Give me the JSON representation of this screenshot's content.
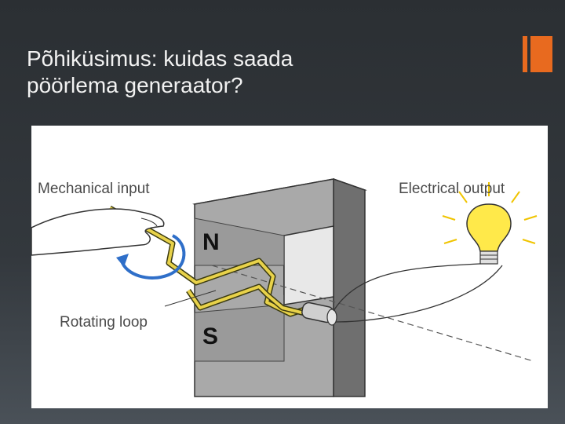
{
  "slide": {
    "title_line1": "Põhiküsimus: kuidas saada",
    "title_line2": "pöörlema generaator?",
    "accent_color": "#e86a1f"
  },
  "diagram": {
    "labels": {
      "mechanical_input": "Mechanical input",
      "electrical_output": "Electrical output",
      "rotating_loop": "Rotating loop",
      "north_pole": "N",
      "south_pole": "S"
    },
    "icons": [
      "hand-icon",
      "rotation-arrow-icon",
      "light-bulb-icon",
      "magnet",
      "wire-loop",
      "slip-rings"
    ]
  }
}
